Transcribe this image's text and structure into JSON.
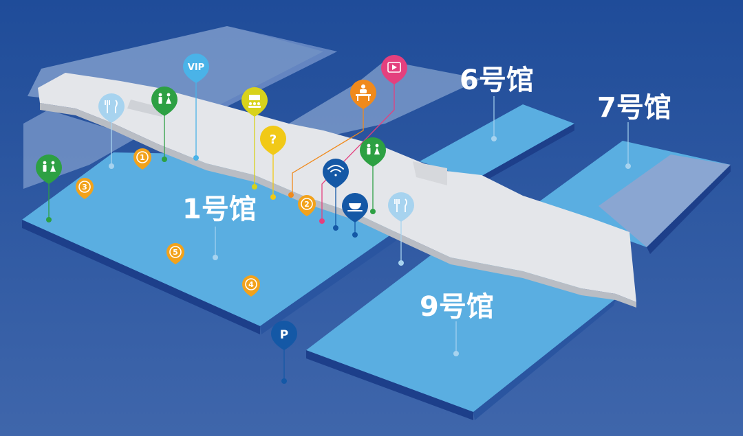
{
  "halls": {
    "hall1": "1号馆",
    "hall6": "6号馆",
    "hall7": "7号馆",
    "hall9": "9号馆"
  },
  "pins": {
    "vip": "VIP",
    "info": "?",
    "parking": "P",
    "n1": "1",
    "n2": "2",
    "n3": "3",
    "n4": "4",
    "n5": "5"
  },
  "icons": {
    "restroom": "restroom-icon",
    "restaurant": "restaurant-icon",
    "meeting": "meeting-icon",
    "service": "service-desk-icon",
    "media": "video-play-icon",
    "wifi": "wifi-icon",
    "cafe": "coffee-cup-icon"
  },
  "colors": {
    "background_top": "#1f4c99",
    "background_bottom": "#3f66ab",
    "hall_blue": "#5aaee1",
    "hall_edge": "#1d3f8a",
    "corridor": "#e4e6ea",
    "pale_zone": "#8aa6d2",
    "restroom_green": "#2da043",
    "number_orange": "#f2a21b",
    "info_yellow": "#f1c917",
    "meeting_yellow": "#d8d21b",
    "service_orange": "#f08a1c",
    "media_pink": "#e4407e",
    "wifi_navy": "#1458a6",
    "vip_blue": "#4ab3e8",
    "restaurant_blue": "#a7d3ef"
  }
}
